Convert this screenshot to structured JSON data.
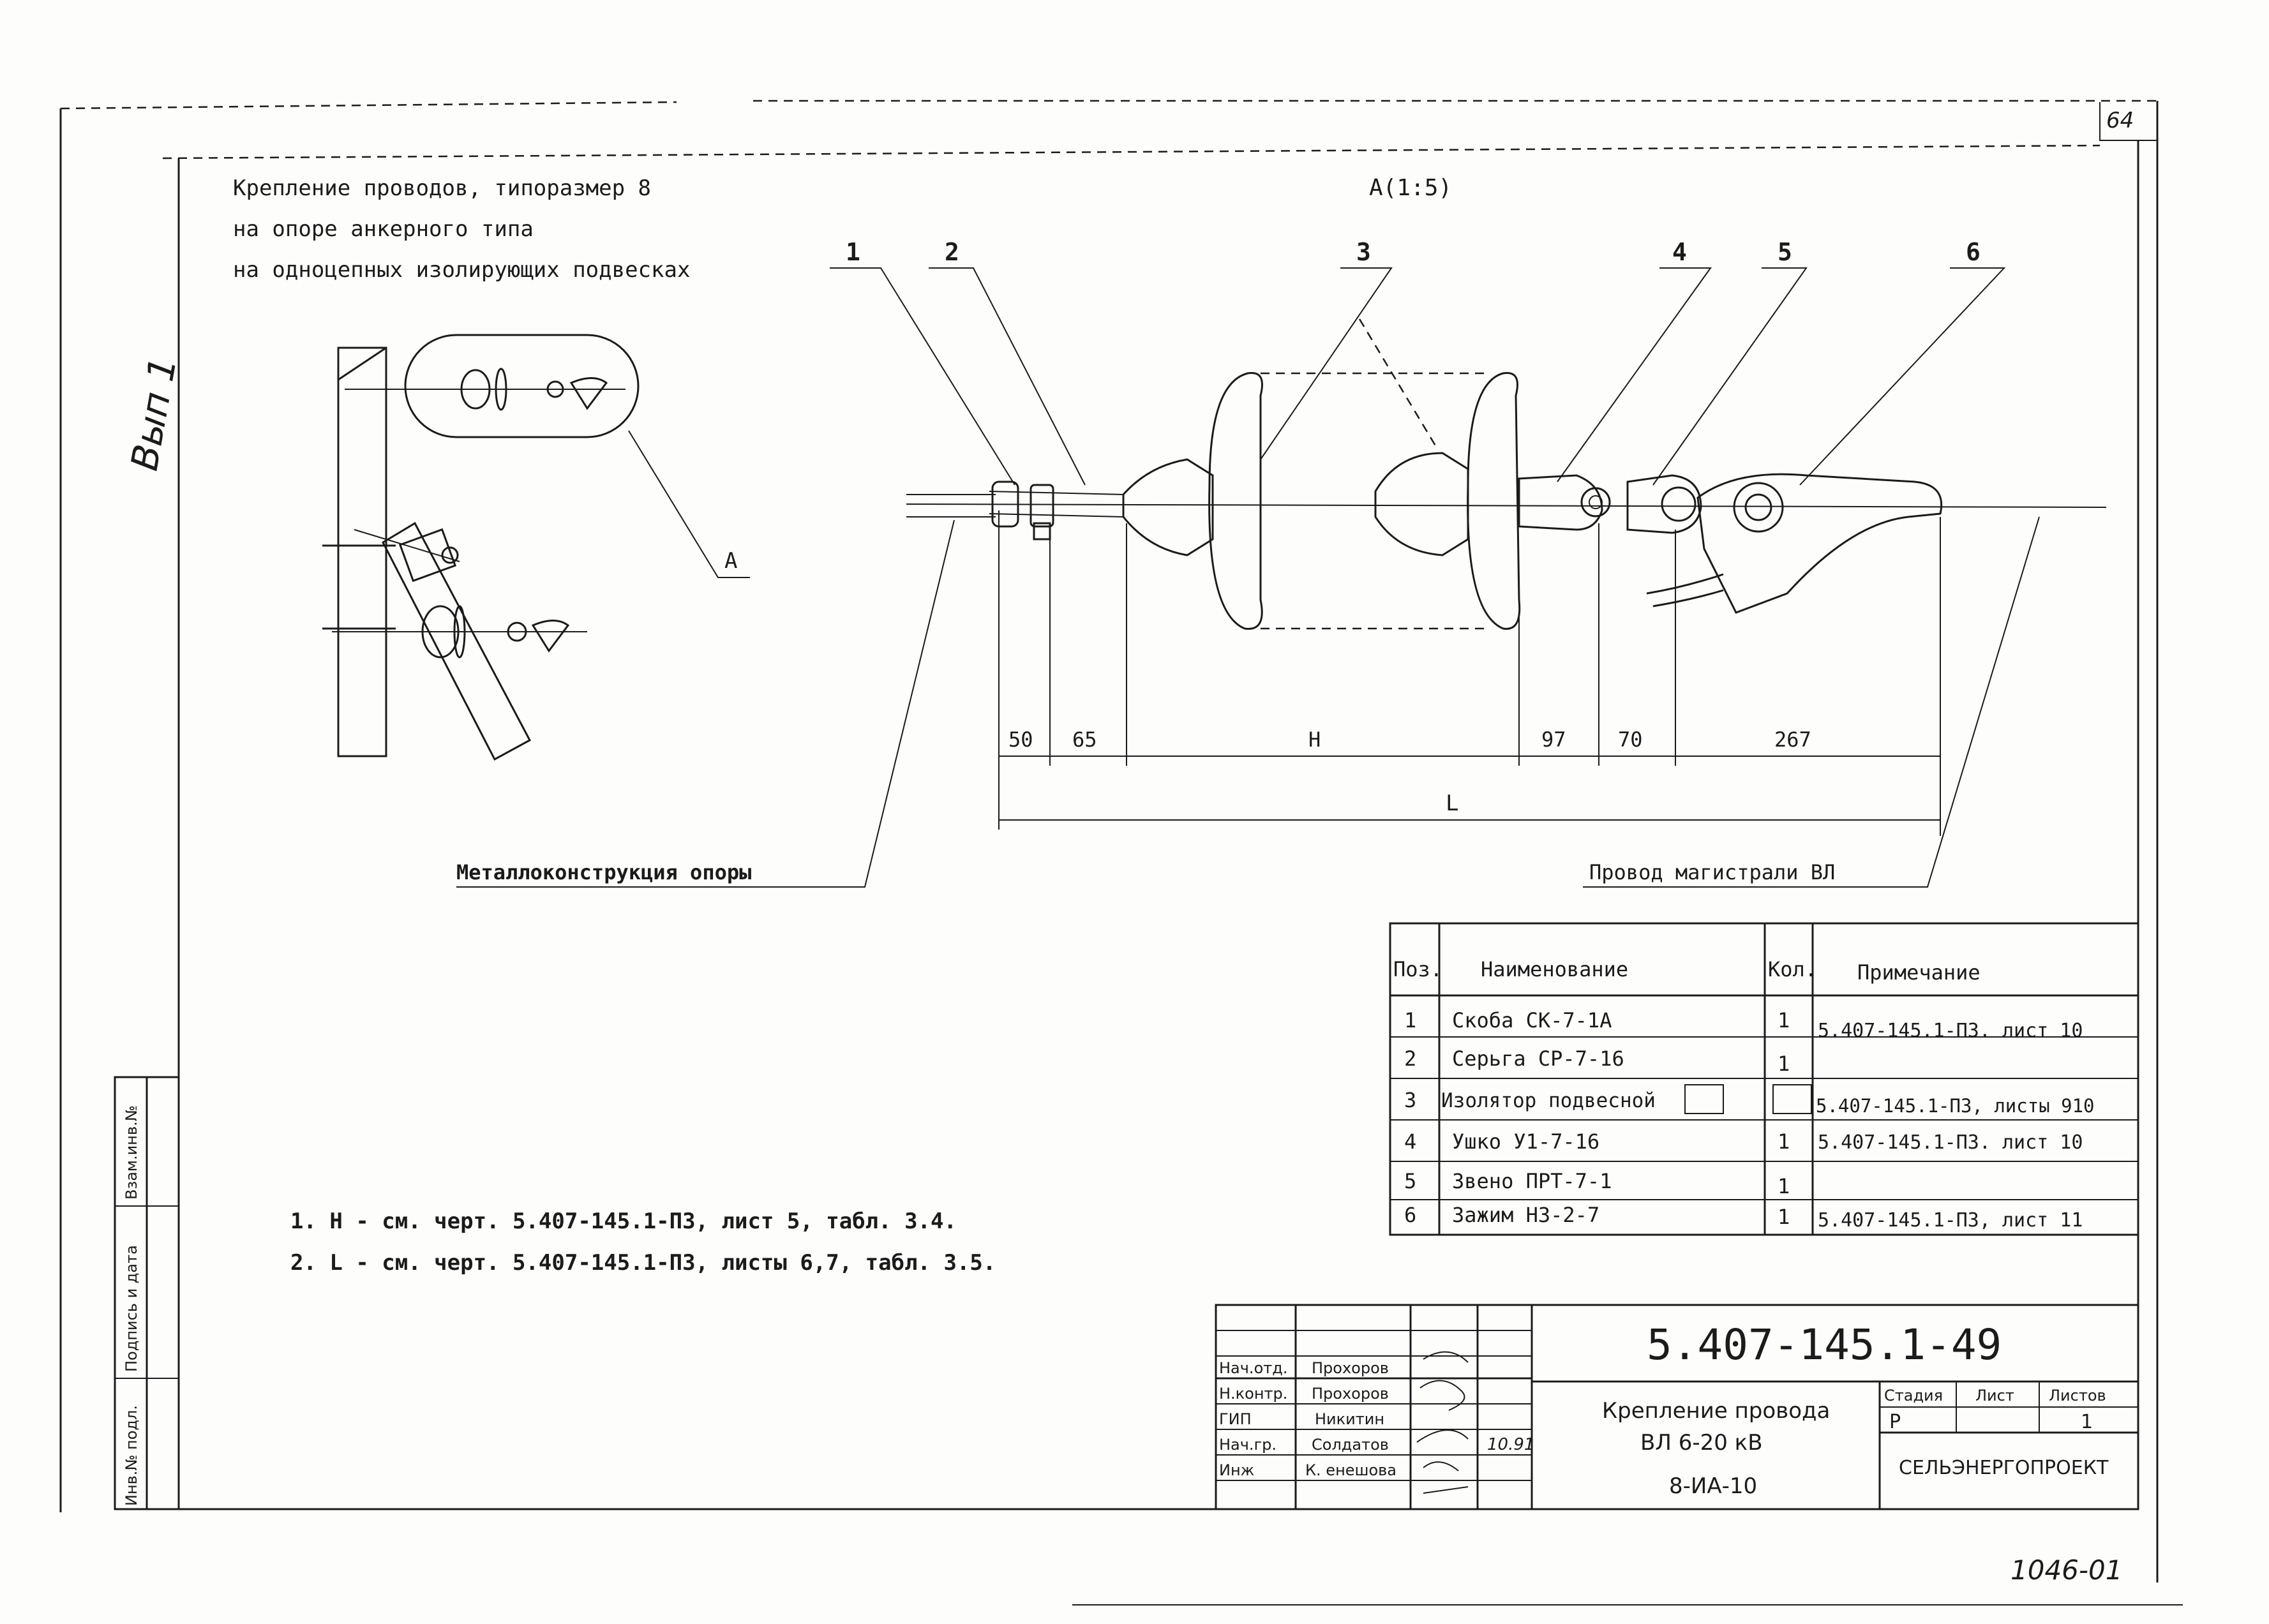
{
  "sheet_number": "64",
  "side_note": "Вып 1",
  "title_lines": [
    "Крепление проводов, типоразмер 8",
    "на опоре анкерного типа",
    "на одноцепных изолирующих подвесках"
  ],
  "view_label": "А(1:5)",
  "callout_a": "А",
  "position_markers": [
    "1",
    "2",
    "3",
    "4",
    "5",
    "6"
  ],
  "dimensions": {
    "d50": "50",
    "d65": "65",
    "dH": "Н",
    "d97": "97",
    "d70": "70",
    "d267": "267",
    "dL": "L"
  },
  "labels": {
    "support": "Металлоконструкция опоры",
    "wire": "Провод магистрали ВЛ"
  },
  "spec_table": {
    "headers": [
      "Поз.",
      "Наименование",
      "Кол.",
      "Примечание"
    ],
    "rows": [
      {
        "pos": "1",
        "name": "Скоба СК-7-1А",
        "qty": "1",
        "note": "5.407-145.1-ПЗ. лист 10"
      },
      {
        "pos": "2",
        "name": "Серьга СР-7-16",
        "qty": "1",
        "note": ""
      },
      {
        "pos": "3",
        "name": "Изолятор подвесной",
        "qty": "",
        "note": "5.407-145.1-ПЗ, листы 910"
      },
      {
        "pos": "4",
        "name": "Ушко У1-7-16",
        "qty": "1",
        "note": "5.407-145.1-ПЗ. лист 10"
      },
      {
        "pos": "5",
        "name": "Звено ПРТ-7-1",
        "qty": "1",
        "note": ""
      },
      {
        "pos": "6",
        "name": "Зажим НЗ-2-7",
        "qty": "1",
        "note": "5.407-145.1-ПЗ, лист 11"
      }
    ]
  },
  "notes": [
    "1. Н - см. черт. 5.407-145.1-ПЗ, лист 5, табл. 3.4.",
    "2. L - см. черт. 5.407-145.1-ПЗ, листы 6,7, табл. 3.5."
  ],
  "left_strip": [
    "Взам.инв.№",
    "Подпись и дата",
    "Инв.№ подл."
  ],
  "title_block": {
    "document_code": "5.407-145.1-49",
    "roles": [
      "Нач.отд.",
      "Н.контр.",
      "ГИП",
      "Нач.гр.",
      "Инж"
    ],
    "names": [
      "Прохоров",
      "Прохоров",
      "Никитин",
      "Солдатов",
      "К. енешова"
    ],
    "title_lines": [
      "Крепление провода",
      "ВЛ 6-20 кВ",
      "8-ИА-10"
    ],
    "stage_header": "Стадия",
    "sheet_header": "Лист",
    "sheets_header": "Листов",
    "stage": "Р",
    "sheet": "",
    "sheets": "1",
    "organization": "СЕЛЬЭНЕРГОПРОЕКТ",
    "signature_note": "10.91"
  },
  "archive_number": "1046-01"
}
